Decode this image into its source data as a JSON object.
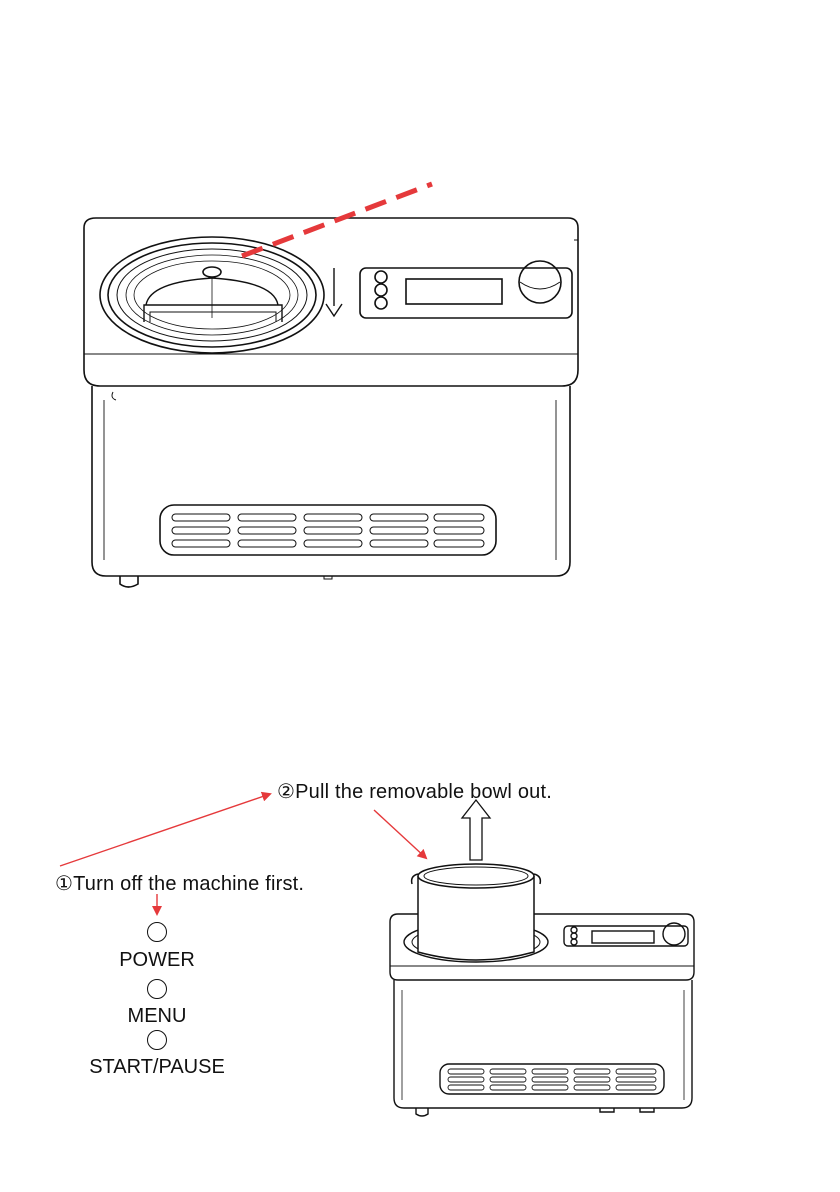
{
  "steps": {
    "step1": "①Turn off the machine first.",
    "step2": "②Pull the removable bowl out."
  },
  "control_panel": {
    "buttons": [
      {
        "label": "POWER"
      },
      {
        "label": "MENU"
      },
      {
        "label": "START/PAUSE"
      }
    ]
  },
  "colors": {
    "line": "#111111",
    "annotation": "#e5393b"
  },
  "icons": [
    "dashed-pointer-line",
    "down-arrow-icon",
    "up-arrow-icon",
    "pointer-arrow"
  ]
}
